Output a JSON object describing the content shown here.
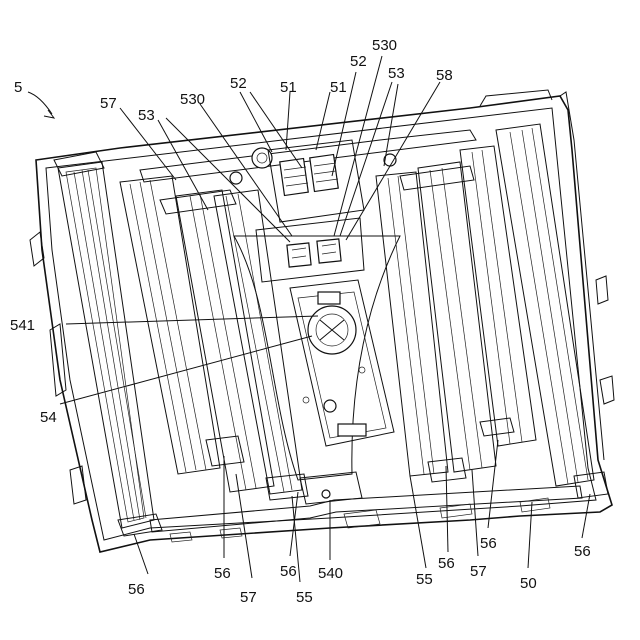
{
  "figure": {
    "labels": {
      "l5": "5",
      "l57a": "57",
      "l53a": "53",
      "l530a": "530",
      "l52a": "52",
      "l51a": "51",
      "l51b": "51",
      "l52b": "52",
      "l530b": "530",
      "l53b": "53",
      "l58": "58",
      "l541": "541",
      "l54": "54",
      "l56a": "56",
      "l56b": "56",
      "l57b": "57",
      "l56c": "56",
      "l55a": "55",
      "l540": "540",
      "l55b": "55",
      "l56d": "56",
      "l57c": "57",
      "l56e": "56",
      "l50": "50",
      "l56f": "56"
    }
  }
}
